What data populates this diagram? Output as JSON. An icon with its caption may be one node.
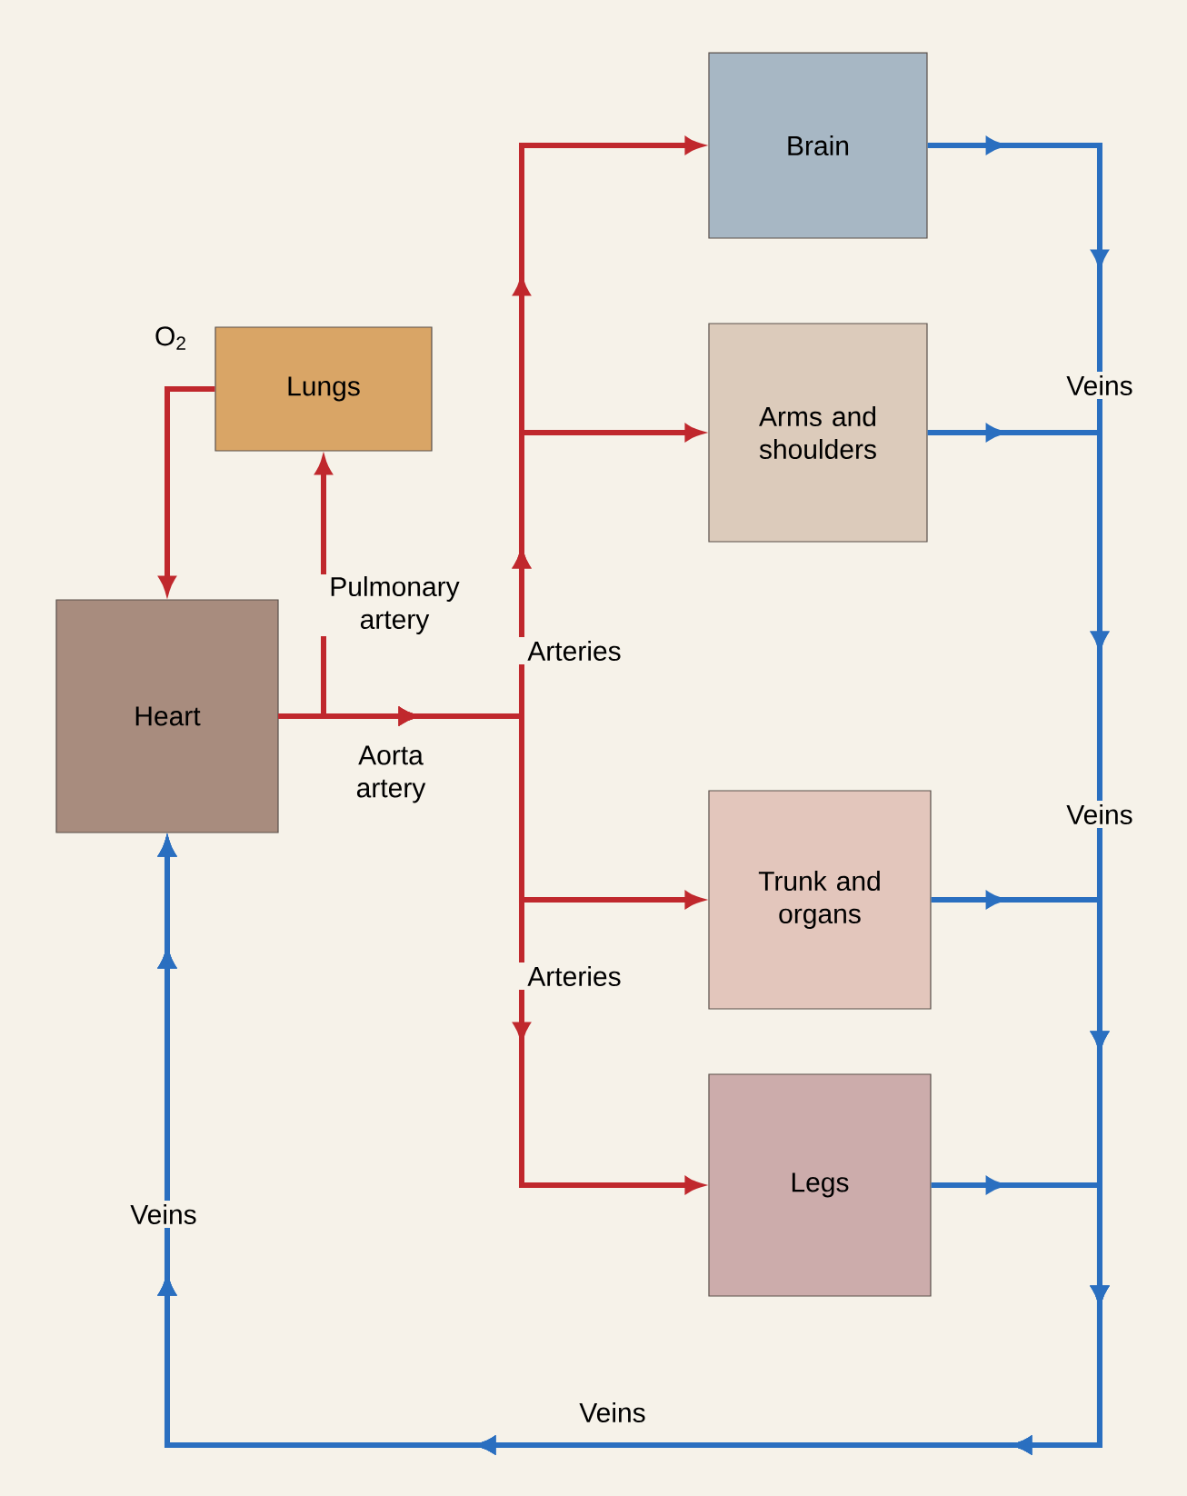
{
  "diagram": {
    "nodes": [
      {
        "text": [
          "Lungs"
        ]
      },
      {
        "text": [
          "Heart"
        ]
      },
      {
        "text": [
          "Brain"
        ]
      },
      {
        "text": [
          "Arms and shoulders"
        ]
      },
      {
        "text": [
          "Trunk and organs"
        ]
      },
      {
        "text": [
          "Legs"
        ]
      }
    ],
    "edges": [
      {
        "from": 1,
        "to": 0,
        "arrow": "to",
        "label": "Pulmonary artery"
      },
      {
        "from": 0,
        "to": 1,
        "arrow": "to",
        "label": "O$_{2}$"
      },
      {
        "from": 1,
        "to": 2,
        "arrow": "to"
      },
      {
        "from": 1,
        "to": 3,
        "arrow": "to"
      },
      {
        "from": 1,
        "to": 4,
        "arrow": "to"
      },
      {
        "from": 1,
        "to": 5,
        "arrow": "to"
      },
      {
        "from": 2,
        "to": 1,
        "arrow": "to",
        "color": "#2a6fc0"
      },
      {
        "from": 3,
        "to": 1,
        "arrow": "to",
        "color": "#2a6fc0"
      },
      {
        "from": 4,
        "to": 1,
        "arrow": "to",
        "color": "#2a6fc0"
      },
      {
        "from": 5,
        "to": 1,
        "arrow": "to",
        "color": "#2a6fc0"
      }
    ],
    "labels": [
      "Veins",
      "Arteries",
      "Aorta artery",
      "Veins",
      "Arteries",
      "Veins",
      "Veins"
    ]
  }
}
